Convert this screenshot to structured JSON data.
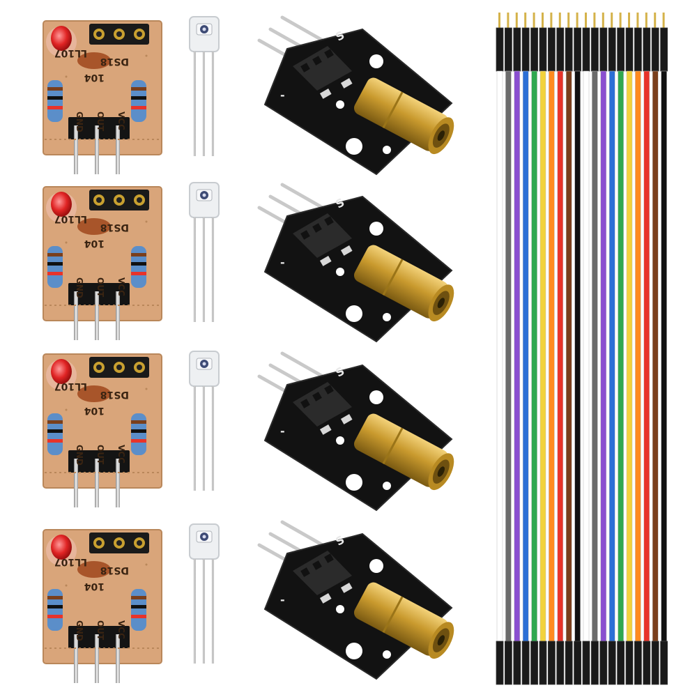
{
  "image": {
    "kind": "product-photo",
    "subject": "laser transmitter and receiver sensor modules kit with jumper wires",
    "background_color": "#ffffff"
  },
  "receiver_module": {
    "count": 4,
    "board_color": "#d9a57a",
    "led_color": "#e02424",
    "labels": {
      "chip": "DS18",
      "marking": "LL107",
      "value": "104",
      "pin1": "GND",
      "pin2": "OUT",
      "pin3": "VCC"
    }
  },
  "photodiode": {
    "count": 4
  },
  "laser_module": {
    "count": 4,
    "board_color": "#121212",
    "lens_color": "#c99a2e",
    "labels": {
      "minus": "-",
      "signal": "S"
    }
  },
  "jumper_ribbon": {
    "wire_count": 20,
    "colors": [
      "#ffffff",
      "#6b6b6b",
      "#8a4fd0",
      "#2b6fd6",
      "#2fa84f",
      "#f2d23c",
      "#ff8a1f",
      "#e8332a",
      "#7a3f1c",
      "#111111",
      "#ffffff",
      "#6b6b6b",
      "#8a4fd0",
      "#2b6fd6",
      "#2fa84f",
      "#f2d23c",
      "#ff8a1f",
      "#e8332a",
      "#7a3f1c",
      "#111111"
    ]
  }
}
